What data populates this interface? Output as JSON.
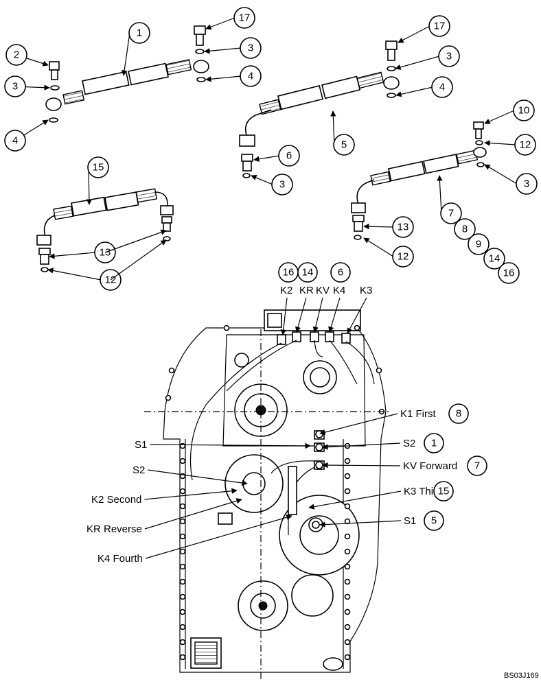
{
  "callouts": [
    "17",
    "3",
    "4",
    "1",
    "2",
    "3",
    "4",
    "17",
    "3",
    "4",
    "5",
    "6",
    "3",
    "10",
    "12",
    "3",
    "15",
    "13",
    "12",
    "7",
    "8",
    "9",
    "14",
    "16",
    "13",
    "12"
  ],
  "header_callouts": [
    "16",
    "14",
    "6"
  ],
  "header_codes": [
    "K2",
    "KR",
    "KV",
    "K4",
    "K3"
  ],
  "right_labels": [
    {
      "text": "K1 First",
      "num": "8"
    },
    {
      "text": "S2",
      "num": "1"
    },
    {
      "text": "KV  Forward",
      "num": "7"
    },
    {
      "text": "K3  Third",
      "num": "15"
    },
    {
      "text": "S1",
      "num": "5"
    }
  ],
  "left_labels": [
    "S1",
    "S2",
    "K2  Second",
    "KR  Reverse",
    "K4  Fourth"
  ],
  "drawing_code": "BS03J169"
}
